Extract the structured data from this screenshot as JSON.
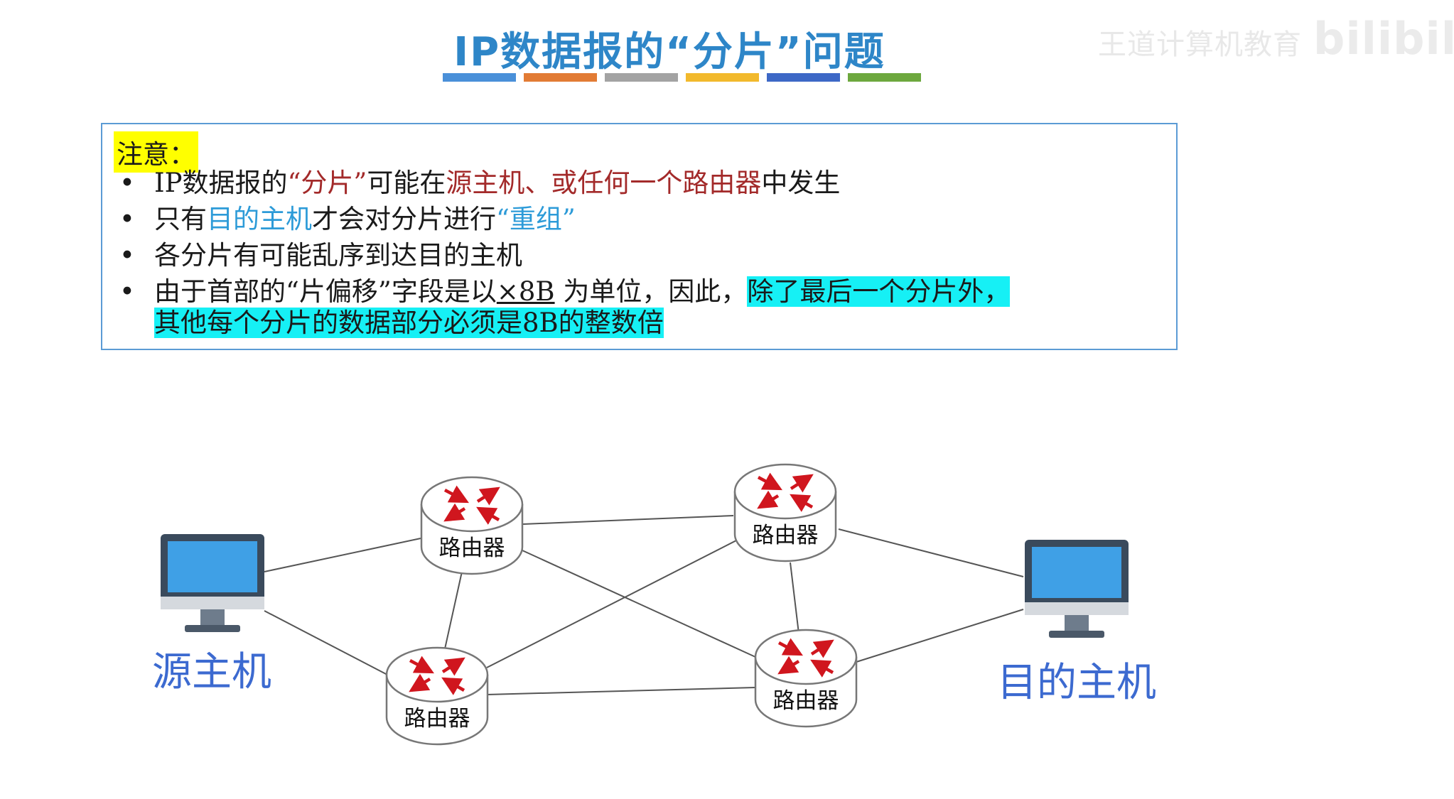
{
  "title": "IP数据报的“分片”问题",
  "title_bar_colors": [
    "#4a90d9",
    "#e27b34",
    "#a3a3a3",
    "#f2b92c",
    "#3d68c6",
    "#6da83e"
  ],
  "watermark": {
    "text": "王道计算机教育",
    "logo": "bilibili"
  },
  "note": {
    "heading": "注意：",
    "bullet": "•",
    "b1": {
      "p1": "IP数据报的",
      "p2": "“分片”",
      "p3": "可能在",
      "p4": "源主机、或任何一个路由器",
      "p5": "中发生"
    },
    "b2": {
      "p1": "只有",
      "p2": "目的主机",
      "p3": "才会对分片进行",
      "p4": "“重组”"
    },
    "b3": {
      "p1": "各分片有可能乱序到达目的主机"
    },
    "b4": {
      "p1": "由于首部的“片偏移”字段是以",
      "p2": "×8B",
      "p3": " 为单位，因此，",
      "p4": "除了最后一个分片外，",
      "p5": "其他每个分片的数据部分必须是8B的整数倍"
    }
  },
  "diagram": {
    "router_label": "路由器",
    "source_label": "源主机",
    "dest_label": "目的主机",
    "colors": {
      "screen": "#3fa0e6",
      "bezel": "#3a4a5c",
      "arrow": "#d0161e",
      "link": "#555555"
    }
  }
}
